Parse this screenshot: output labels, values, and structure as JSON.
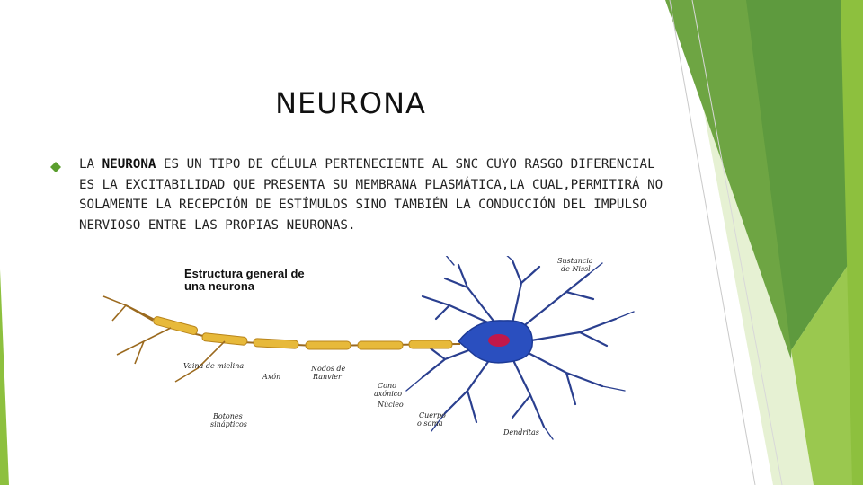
{
  "slide": {
    "title": "NEURONA",
    "paragraph": {
      "prefix": "LA ",
      "bold": "NEURONA",
      "rest": " ES UN TIPO DE CÉLULA PERTENECIENTE AL SNC CUYO RASGO DIFERENCIAL ES LA EXCITABILIDAD QUE PRESENTA SU MEMBRANA PLASMÁTICA,LA CUAL,PERMITIRÁ  NO SOLAMENTE LA RECEPCIÓN DE ESTÍMULOS SINO TAMBIÉN LA CONDUCCIÓN DEL IMPULSO NERVIOSO ENTRE LAS PROPIAS NEURONAS."
    }
  },
  "diagram": {
    "heading_line1": "Estructura general de",
    "heading_line2": "una neurona",
    "labels": {
      "nissl_1": "Sustancia",
      "nissl_2": "de Nissl",
      "vaina": "Vaina de mielina",
      "axon": "Axón",
      "nodos_1": "Nodos de",
      "nodos_2": "Ranvier",
      "cono_1": "Cono",
      "cono_2": "axónico",
      "nucleo": "Núcleo",
      "botones_1": "Botones",
      "botones_2": "sinápticos",
      "cuerpo_1": "Cuerpo",
      "cuerpo_2": "o soma",
      "dendritas": "Dendritas"
    }
  },
  "colors": {
    "green_dark": "#5e9a3e",
    "green_mid": "#7ab648",
    "green_light": "#9ac84f",
    "green_pale": "#d4e8b3",
    "bullet": "#5a9e2e",
    "soma": "#2a4fbf",
    "nucleus": "#c0184a",
    "myelin": "#e7b93a"
  }
}
